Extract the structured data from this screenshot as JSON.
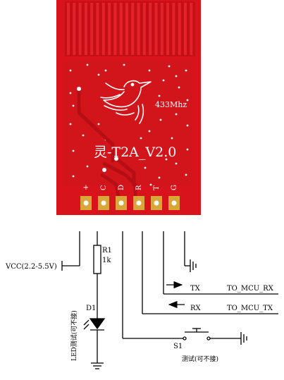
{
  "board": {
    "label": "灵-T2A_V2.0",
    "frequency": "433Mhz",
    "pin_labels": [
      "+",
      "C",
      "D",
      "R",
      "T",
      "G"
    ],
    "colors": {
      "pcb": "#d8131b",
      "pcb_dark": "#a80d12",
      "trace": "#b50f15",
      "pad": "#d9a63a",
      "silk": "#ffffff"
    }
  },
  "schematic": {
    "vcc_label": "VCC(2.2-5.5V)",
    "resistor_ref": "R1",
    "resistor_value": "1k",
    "led_ref": "D1",
    "led_note": "LED测试(可不接)",
    "tx_label": "TX",
    "tx_net": "TO_MCU_RX",
    "rx_label": "RX",
    "rx_net": "TO_MCU_TX",
    "switch_ref": "S1",
    "switch_note": "测试(可不接)",
    "colors": {
      "wire": "#000000"
    }
  }
}
